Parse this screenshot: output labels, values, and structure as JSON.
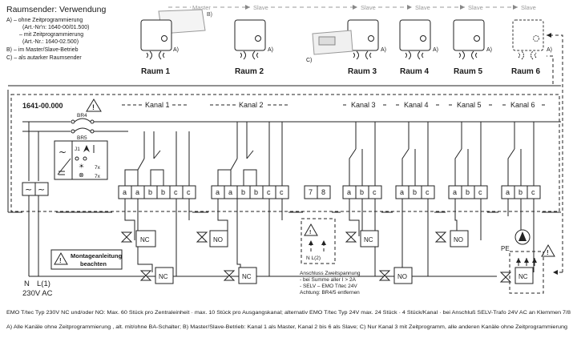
{
  "header": {
    "title": "Raumsender: Verwendung",
    "legend": [
      "A) – ohne Zeitprogrammierung",
      "(Art.-Nr'n: 1640-00/01.500)",
      "– mit Zeitprogrammierung",
      "(Art.-Nr.: 1640-02.500)",
      "B) – im Master/Slave-Betrieb",
      "C) – als autarker Raumsender"
    ]
  },
  "master_slave": {
    "master": "Master",
    "slave": "Slave",
    "b_mark": "B)"
  },
  "rooms": [
    {
      "label": "Raum 1",
      "mark": "A)"
    },
    {
      "label": "Raum 2",
      "mark": "A)"
    },
    {
      "label": "Raum 3",
      "mark": "A)",
      "mark2": "C)"
    },
    {
      "label": "Raum 4",
      "mark": "A)"
    },
    {
      "label": "Raum 5",
      "mark": "A)"
    },
    {
      "label": "Raum 6",
      "mark": "A)"
    }
  ],
  "controller": {
    "model": "1641-00.000",
    "br4": "BR4",
    "br5": "BR5",
    "j1": "J1",
    "x7a": "7x",
    "x7b": "7x",
    "kanal_labels": [
      "Kanal 1",
      "Kanal 2",
      "Kanal 3",
      "Kanal 4",
      "Kanal 5",
      "Kanal 6"
    ]
  },
  "terminals": {
    "k1": [
      "a",
      "a",
      "b",
      "b",
      "c",
      "c"
    ],
    "k2": [
      "a",
      "a",
      "b",
      "b",
      "c",
      "c"
    ],
    "t78": [
      "7",
      "8"
    ],
    "k3": [
      "a",
      "b",
      "c"
    ],
    "k4": [
      "a",
      "b",
      "c"
    ],
    "k5": [
      "a",
      "b",
      "c"
    ],
    "k6": [
      "a",
      "b",
      "c"
    ]
  },
  "valves": {
    "nc": "NC",
    "no": "NO"
  },
  "power": {
    "n": "N",
    "l": "L(1)",
    "voltage": "230V AC",
    "pe": "PE"
  },
  "notes": {
    "montage_line1": "Montageanleitung",
    "montage_line2": "beachten",
    "nl2": "N  L(2)",
    "anschluss": [
      "Anschluss Zweitspannung",
      "- bei Summe aller I > 2A",
      "- SELV – EMO T/tec 24V",
      "Achtung: BR4/5 entfernen"
    ]
  },
  "footer": {
    "line1": "EMO T/tec Typ 230V NC und/oder NO: Max. 60 Stück pro Zentraleinheit · max. 10 Stück pro Ausgangskanal; alternativ EMO T/tec Typ 24V max. 24 Stück · 4 Stück/Kanal · bei Anschluß SELV-Trafo 24V AC an Klemmen 7/8",
    "line2": "A) Alle Kanäle ohne Zeitprogrammierung , alt. mit/ohne BA-Schalter; B) Master/Slave-Betrieb: Kanal 1 als Master, Kanal 2 bis 6 als Slave; C) Nur Kanal 3 mit Zeitprogramm, alle anderen Kanäle ohne Zeitprogrammierung"
  }
}
